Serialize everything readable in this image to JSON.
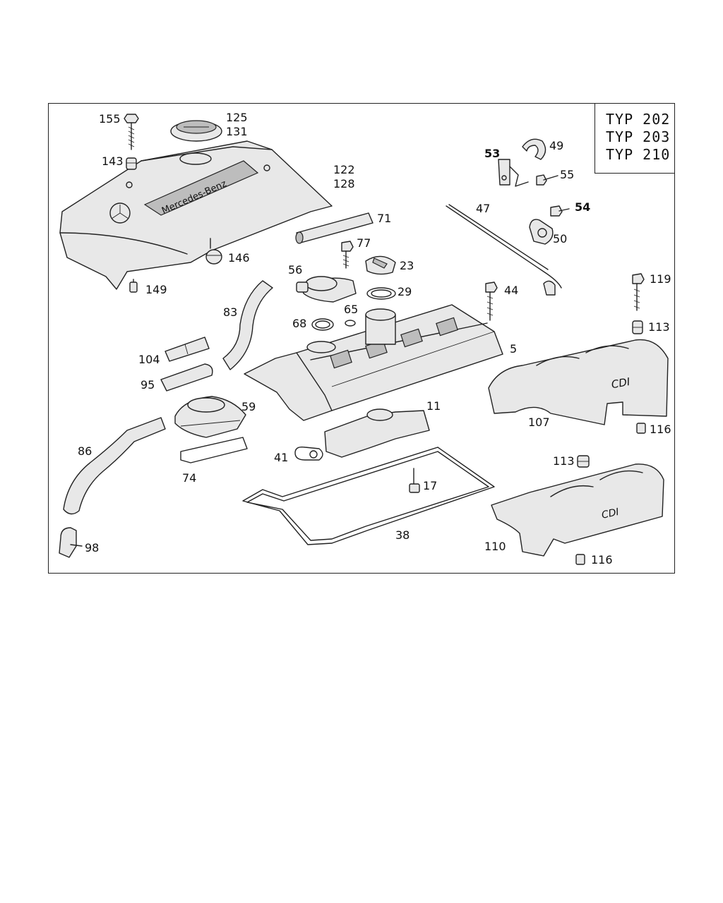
{
  "typ_box": {
    "lines": [
      "TYP 202",
      "TYP 203",
      "TYP 210"
    ]
  },
  "parts": {
    "p155": "155",
    "p125": "125",
    "p131": "131",
    "p143": "143",
    "p122": "122",
    "p128": "128",
    "p53": "53",
    "p49": "49",
    "p55": "55",
    "p47": "47",
    "p54": "54",
    "p50": "50",
    "p71": "71",
    "p77": "77",
    "p146": "146",
    "p56": "56",
    "p23": "23",
    "p29": "29",
    "p149": "149",
    "p83": "83",
    "p65": "65",
    "p68": "68",
    "p44": "44",
    "p119": "119",
    "p113a": "113",
    "p5": "5",
    "p104": "104",
    "p95": "95",
    "p59": "59",
    "p11": "11",
    "p107": "107",
    "p116a": "116",
    "p86": "86",
    "p41": "41",
    "p113b": "113",
    "p74": "74",
    "p17": "17",
    "p38": "38",
    "p110": "110",
    "p98": "98",
    "p116b": "116"
  },
  "markings": {
    "brand": "Mercedes-Benz",
    "cdi_top": "CDI",
    "cdi_bottom": "CDI"
  }
}
